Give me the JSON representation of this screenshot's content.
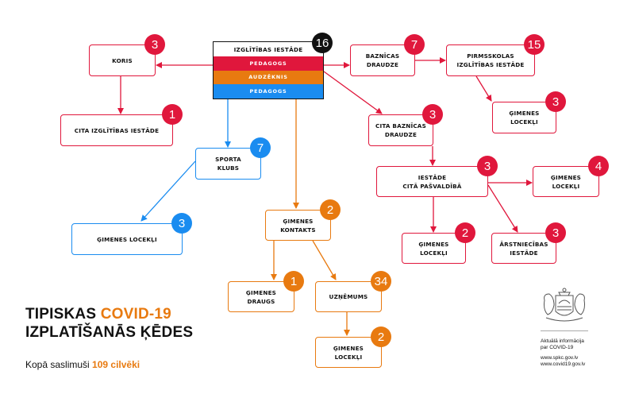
{
  "colors": {
    "red": "#e0173c",
    "blue": "#1a8cf0",
    "orange": "#e87a10",
    "black": "#111111"
  },
  "main_node": {
    "title": "IZGLĪTĪBAS IESTĀDE",
    "count": "16",
    "rows": [
      {
        "label": "PEDAGOGS",
        "color": "red"
      },
      {
        "label": "AUDZĒKNIS",
        "color": "orange"
      },
      {
        "label": "PEDAGOGS",
        "color": "blue"
      }
    ]
  },
  "nodes": [
    {
      "id": "koris",
      "label": "KORIS",
      "count": "3",
      "color": "red"
    },
    {
      "id": "cita-izglitibas",
      "label": "CITA IZGLĪTĪBAS IESTĀDE",
      "count": "1",
      "color": "red"
    },
    {
      "id": "baznicas-draudze",
      "label": "BAZNĪCAS\nDRAUDZE",
      "count": "7",
      "color": "red"
    },
    {
      "id": "pirmsskolas",
      "label": "PIRMSSKOLAS\nIZGLĪTĪBAS IESTĀDE",
      "count": "15",
      "color": "red"
    },
    {
      "id": "gimenes-loc-pirms",
      "label": "ĢIMENES\nLOCEKĻI",
      "count": "3",
      "color": "red"
    },
    {
      "id": "cita-baznicas",
      "label": "CITA BAZNĪCAS\nDRAUDZE",
      "count": "3",
      "color": "red"
    },
    {
      "id": "iestade-pasvaldiba",
      "label": "IESTĀDE\nCITĀ PAŠVALDĪBĀ",
      "count": "3",
      "color": "red"
    },
    {
      "id": "gimenes-loc-4",
      "label": "ĢIMENES\nLOCEKĻI",
      "count": "4",
      "color": "red"
    },
    {
      "id": "gimenes-loc-2",
      "label": "ĢIMENES\nLOCEKĻI",
      "count": "2",
      "color": "red"
    },
    {
      "id": "arstniecibas",
      "label": "ĀRSTNIECĪBAS\nIESTĀDE",
      "count": "3",
      "color": "red"
    },
    {
      "id": "sporta-klubs",
      "label": "SPORTA\nKLUBS",
      "count": "7",
      "color": "blue"
    },
    {
      "id": "gimenes-loc-blue",
      "label": "ĢIMENES LOCEKĻI",
      "count": "3",
      "color": "blue"
    },
    {
      "id": "gimenes-kontakts",
      "label": "ĢIMENES\nKONTAKTS",
      "count": "2",
      "color": "orange"
    },
    {
      "id": "gimenes-draugs",
      "label": "ĢIMENES\nDRAUGS",
      "count": "1",
      "color": "orange"
    },
    {
      "id": "uznemums",
      "label": "UZŅĒMUMS",
      "count": "34",
      "color": "orange"
    },
    {
      "id": "gimenes-loc-orange",
      "label": "ĢIMENES\nLOCEKĻI",
      "count": "2",
      "color": "orange"
    }
  ],
  "edges": [
    {
      "from": "main",
      "to": "koris",
      "color": "red"
    },
    {
      "from": "koris",
      "to": "cita-izglitibas",
      "color": "red"
    },
    {
      "from": "main",
      "to": "baznicas-draudze",
      "color": "red"
    },
    {
      "from": "baznicas-draudze",
      "to": "pirmsskolas",
      "color": "red"
    },
    {
      "from": "pirmsskolas",
      "to": "gimenes-loc-pirms",
      "color": "red"
    },
    {
      "from": "main",
      "to": "cita-baznicas",
      "color": "red"
    },
    {
      "from": "cita-baznicas",
      "to": "iestade-pasvaldiba",
      "color": "red"
    },
    {
      "from": "iestade-pasvaldiba",
      "to": "gimenes-loc-4",
      "color": "red"
    },
    {
      "from": "iestade-pasvaldiba",
      "to": "gimenes-loc-2",
      "color": "red"
    },
    {
      "from": "iestade-pasvaldiba",
      "to": "arstniecibas",
      "color": "red"
    },
    {
      "from": "main",
      "to": "sporta-klubs",
      "color": "blue"
    },
    {
      "from": "sporta-klubs",
      "to": "gimenes-loc-blue",
      "color": "blue"
    },
    {
      "from": "main",
      "to": "gimenes-kontakts",
      "color": "orange"
    },
    {
      "from": "gimenes-kontakts",
      "to": "gimenes-draugs",
      "color": "orange"
    },
    {
      "from": "gimenes-kontakts",
      "to": "uznemums",
      "color": "orange"
    },
    {
      "from": "uznemums",
      "to": "gimenes-loc-orange",
      "color": "orange"
    }
  ],
  "headline": {
    "line1_prefix": "TIPISKAS ",
    "line1_accent": "COVID-19",
    "line2": "IZPLATĪŠANĀS ĶĒDES"
  },
  "total": {
    "prefix": "Kopā saslimuši ",
    "accent": "109 cilvēki"
  },
  "info": {
    "line1": "Aktuālā informācija",
    "line2": "par COVID-19",
    "url1": "www.spkc.gov.lv",
    "url2": "www.covid19.gov.lv"
  },
  "logo": "latvia-coat-of-arms"
}
